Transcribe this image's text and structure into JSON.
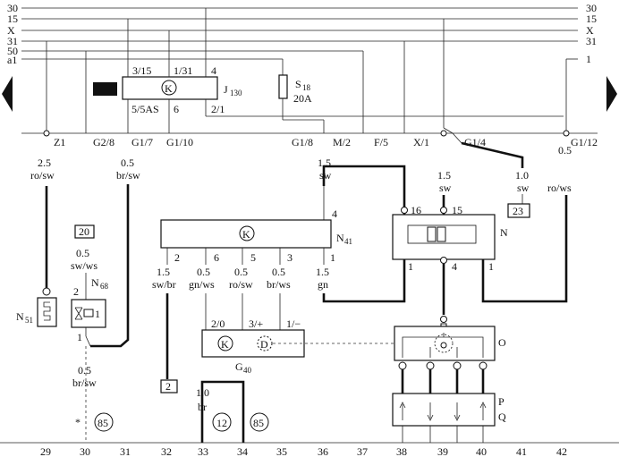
{
  "rails": [
    {
      "id": "r30",
      "left": "30",
      "right": "30"
    },
    {
      "id": "r15",
      "left": "15",
      "right": "15"
    },
    {
      "id": "rX",
      "left": "X",
      "right": "X"
    },
    {
      "id": "r31",
      "left": "31",
      "right": "31"
    },
    {
      "id": "r50",
      "left": "50",
      "right": ""
    },
    {
      "id": "ra1",
      "left": "a1",
      "right": "1"
    }
  ],
  "j130": {
    "label": "J",
    "sub": "130",
    "symbol": "K",
    "pins_top": [
      "3/15",
      "1/31",
      "4"
    ],
    "pins_bottom": [
      "5/5AS",
      "6",
      "2/1"
    ]
  },
  "fuse": {
    "label": "S",
    "sub": "18",
    "rating": "20A"
  },
  "bus_connectors": [
    "Z1",
    "G2/8",
    "G1/7",
    "G1/10",
    "G1/8",
    "M/2",
    "F/5",
    "X/1",
    "G1/4",
    "G1/12"
  ],
  "wires": {
    "w_z1": {
      "gauge": "2.5",
      "color": "ro/sw"
    },
    "w_g17": {
      "gauge": "0.5",
      "color": "br/sw"
    },
    "w_g14": {
      "gauge": "1.5",
      "color": "sw"
    },
    "w_23": {
      "gauge": "1.0",
      "color": "sw"
    },
    "w_g112": {
      "gauge": "0.5",
      "color": "ro/ws"
    },
    "w_n41in": {
      "gauge": "1.5",
      "color": "sw"
    },
    "w_n68": {
      "gauge": "0.5",
      "color": "sw/ws"
    },
    "w_n68dn": {
      "gauge": "0.5",
      "color": "br/sw"
    },
    "w_p2": {
      "gauge": "1.5",
      "color": "sw/br"
    },
    "w_p6": {
      "gauge": "0.5",
      "color": "gn/ws"
    },
    "w_p5": {
      "gauge": "0.5",
      "color": "ro/sw"
    },
    "w_p3": {
      "gauge": "0.5",
      "color": "br/ws"
    },
    "w_p1": {
      "gauge": "1.5",
      "color": "gn"
    },
    "w_33": {
      "gauge": "1.0",
      "color": "br"
    }
  },
  "n41": {
    "label": "N",
    "sub": "41",
    "symbol": "K",
    "pin_in": "4",
    "pins_bottom": [
      "2",
      "6",
      "5",
      "3",
      "1"
    ]
  },
  "n": {
    "label": "N",
    "pins_top": [
      "16",
      "15"
    ],
    "pins_bottom": [
      "1",
      "4",
      "1"
    ]
  },
  "g40": {
    "label": "G",
    "sub": "40",
    "symbol_k": "K",
    "symbol_d": "D",
    "pins": [
      "2/0",
      "3/+",
      "1/−"
    ]
  },
  "n68": {
    "label": "N",
    "sub": "68",
    "pin_a": "2",
    "pin_b": "1",
    "pin_c": "1"
  },
  "n51": {
    "label": "N",
    "sub": "51"
  },
  "o": {
    "label": "O"
  },
  "pq": {
    "label_p": "P",
    "label_q": "Q"
  },
  "boxes": {
    "b20": "20",
    "b23": "23",
    "b2": "2"
  },
  "circles": {
    "c85a": "85",
    "c12": "12",
    "c85b": "85"
  },
  "asterisk": "*",
  "bottom_numbers": [
    "29",
    "30",
    "31",
    "32",
    "33",
    "34",
    "35",
    "36",
    "37",
    "38",
    "39",
    "40",
    "41",
    "42"
  ]
}
